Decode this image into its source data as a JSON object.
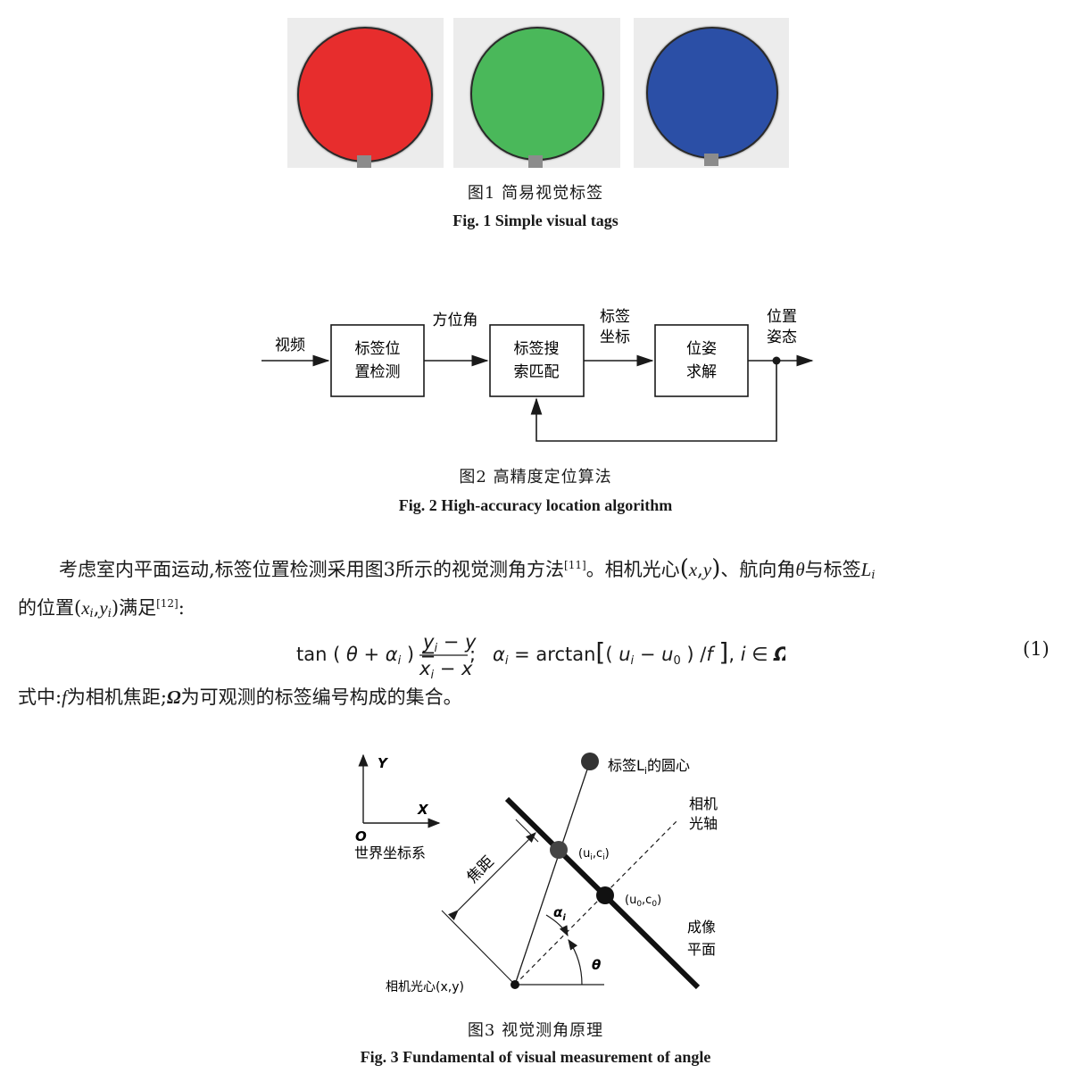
{
  "fig1": {
    "tags": [
      {
        "color": "#e72d2d"
      },
      {
        "color": "#4ab85a"
      },
      {
        "color": "#2b4fa6"
      }
    ],
    "caption_zh": "图1   简易视觉标签",
    "caption_en": "Fig. 1    Simple visual tags"
  },
  "fig2": {
    "input_label": "视频",
    "box1": [
      "标签位",
      "置检测"
    ],
    "arrow1_label": "方位角",
    "box2": [
      "标签搜",
      "索匹配"
    ],
    "arrow2_label": [
      "标签",
      "坐标"
    ],
    "box3": [
      "位姿",
      "求解"
    ],
    "output_label": [
      "位置",
      "姿态"
    ],
    "caption_zh": "图2   高精度定位算法",
    "caption_en": "Fig. 2    High-accuracy location algorithm"
  },
  "text": {
    "para1_a": "考虑室内平面运动,标签位置检测采用图3所示的视觉测角方法",
    "ref1": "[11]",
    "para1_b": "。相机光心",
    "para1_c": "、航向角",
    "para1_d": "与标签",
    "para2_a": "的位置",
    "para2_b": "满足",
    "ref2": "[12]",
    "para2_c": ":",
    "eq_num": "(1)",
    "para3_a": "式中:",
    "para3_b": "为相机焦距;",
    "para3_c": "为可观测的标签编号构成的集合。"
  },
  "fig3": {
    "y_axis": "Y",
    "x_axis": "X",
    "origin": "O",
    "world_frame": "世界坐标系",
    "tag_center": "标签L",
    "tag_center_sub": "i",
    "tag_center_suffix": "的圆心",
    "optical_axis": [
      "相机",
      "光轴"
    ],
    "focal_length": "焦距",
    "point_i": "(u",
    "point_0": "(u",
    "alpha": "α",
    "theta": "θ",
    "image_plane": [
      "成像",
      "平面"
    ],
    "camera_center": "相机光心(x,y)",
    "caption_zh": "图3   视觉测角原理",
    "caption_en": "Fig. 3    Fundamental of visual measurement of angle"
  }
}
